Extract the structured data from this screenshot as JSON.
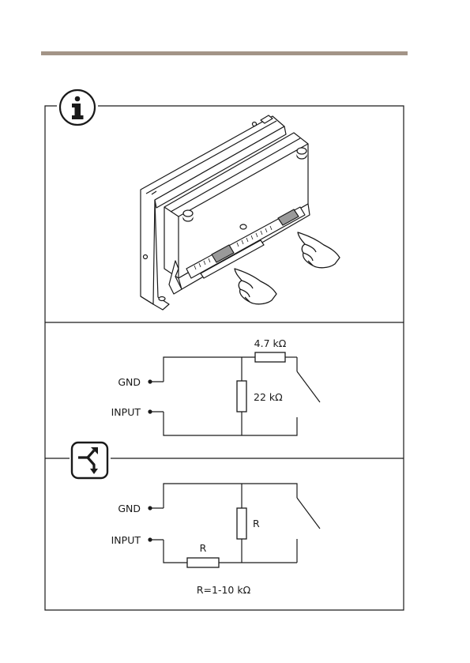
{
  "info_icon": "info-icon",
  "alternative_icon": "split-arrow-icon",
  "colors": {
    "header_bar": "#a39487",
    "line": "#1a1a1a",
    "highlight": "#9a9a9a"
  },
  "circuit_standard": {
    "gnd_label": "GND",
    "input_label": "INPUT",
    "series_resistor": "4.7 kΩ",
    "parallel_resistor": "22 kΩ"
  },
  "circuit_alternative": {
    "gnd_label": "GND",
    "input_label": "INPUT",
    "parallel_resistor": "R",
    "series_resistor": "R",
    "note": "R=1-10 kΩ"
  }
}
